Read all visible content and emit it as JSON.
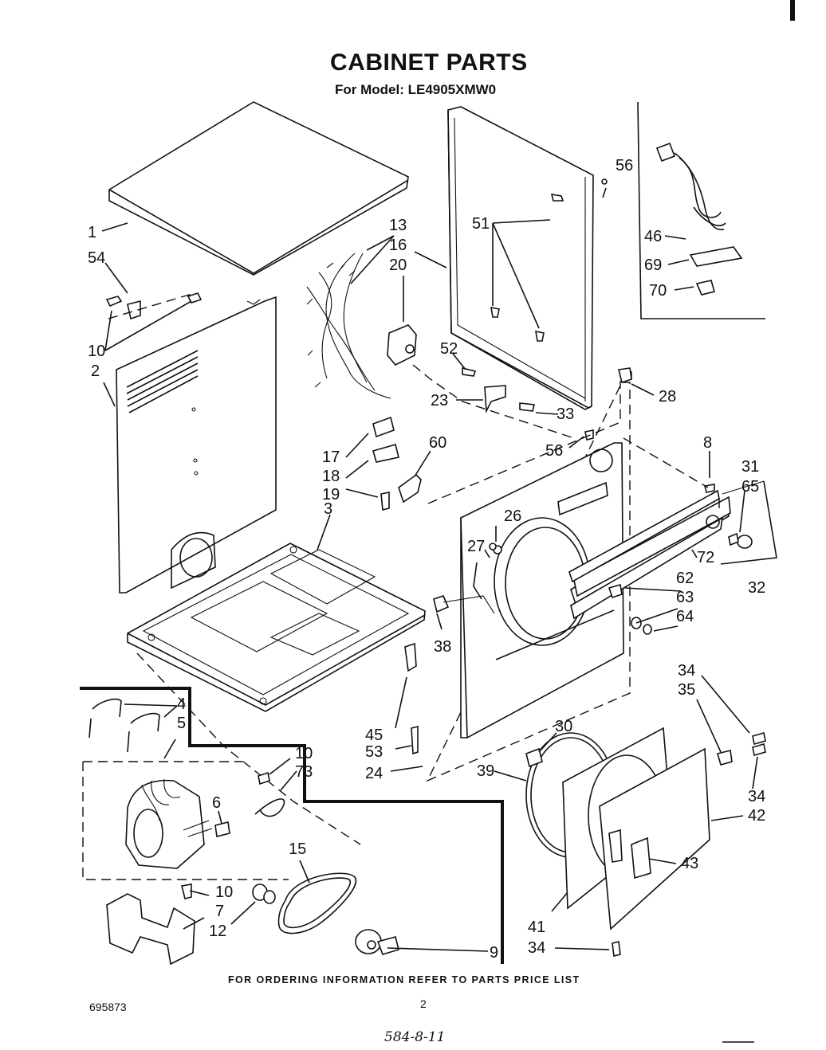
{
  "header": {
    "title": "CABINET PARTS",
    "model_line": "For Model: LE4905XMW0"
  },
  "footer": {
    "ordering_note": "FOR ORDERING INFORMATION REFER TO PARTS PRICE LIST",
    "doc_number": "695873",
    "page_number": "2",
    "handwritten_note": "584-8-11"
  },
  "callouts": {
    "c1": "1",
    "c54": "54",
    "c10a": "10",
    "c2": "2",
    "c13": "13",
    "c16": "16",
    "c20": "20",
    "c51": "51",
    "c56a": "56",
    "c46": "46",
    "c69": "69",
    "c70": "70",
    "c52": "52",
    "c23": "23",
    "c33": "33",
    "c28": "28",
    "c56b": "56",
    "c17": "17",
    "c18": "18",
    "c19": "19",
    "c60": "60",
    "c3": "3",
    "c8": "8",
    "c31": "31",
    "c65": "65",
    "c26": "26",
    "c27": "27",
    "c72": "72",
    "c32": "32",
    "c62": "62",
    "c63": "63",
    "c64": "64",
    "c38": "38",
    "c4": "4",
    "c5": "5",
    "c45": "45",
    "c53": "53",
    "c24": "24",
    "c10b": "10",
    "c73": "73",
    "c6": "6",
    "c15": "15",
    "c10c": "10",
    "c7": "7",
    "c12": "12",
    "c9": "9",
    "c30": "30",
    "c39": "39",
    "c34a": "34",
    "c35": "35",
    "c34b": "34",
    "c42": "42",
    "c43": "43",
    "c41": "41",
    "c34c": "34"
  }
}
